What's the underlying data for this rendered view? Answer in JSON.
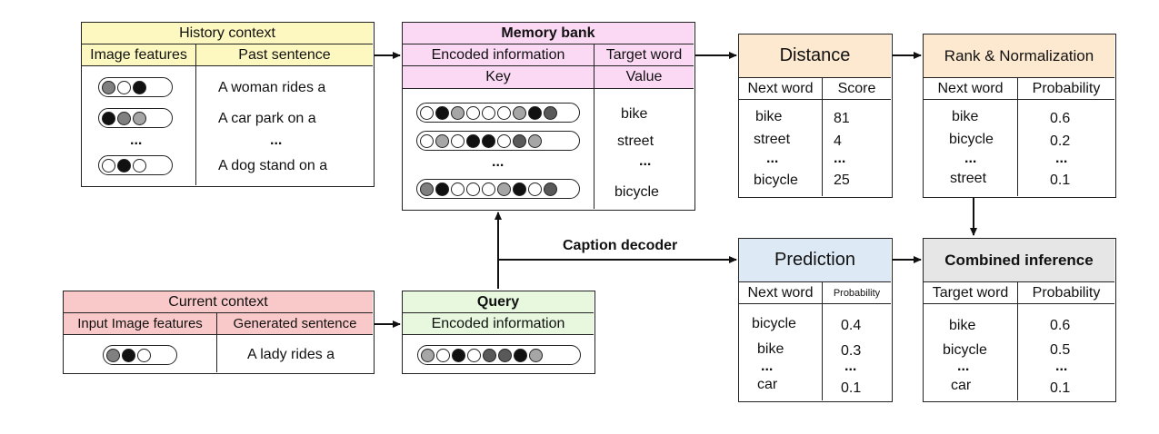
{
  "colors": {
    "history": "#fdf8c0",
    "memory": "#fbd8f3",
    "distance": "#fde9cf",
    "rank": "#fde9cf",
    "current": "#f9c9c9",
    "query": "#e7f8df",
    "prediction": "#dde9f5",
    "combined": "#e6e6e6"
  },
  "history": {
    "title": "History context",
    "col1": "Image features",
    "col2": "Past sentence",
    "rows": [
      "A woman rides a",
      "A car park on a",
      "...",
      "A dog stand on a"
    ],
    "dots_ellipsis": "..."
  },
  "memory": {
    "title": "Memory bank",
    "col1": "Encoded information",
    "col2": "Target word",
    "key": "Key",
    "value": "Value",
    "values": [
      "bike",
      "street",
      "...",
      "bicycle"
    ],
    "dots_ellipsis": "..."
  },
  "distance": {
    "title": "Distance",
    "col1": "Next word",
    "col2": "Score",
    "words": [
      "bike",
      "street",
      "...",
      "bicycle"
    ],
    "scores": [
      "81",
      "4",
      "...",
      "25"
    ]
  },
  "rank": {
    "title": "Rank & Normalization",
    "col1": "Next word",
    "col2": "Probability",
    "words": [
      "bike",
      "bicycle",
      "...",
      "street"
    ],
    "probs": [
      "0.6",
      "0.2",
      "...",
      "0.1"
    ]
  },
  "current": {
    "title": "Current context",
    "col1": "Input Image features",
    "col2": "Generated  sentence",
    "sentence": "A lady rides a"
  },
  "query": {
    "title": "Query",
    "sub": "Encoded information"
  },
  "caption_decoder": "Caption decoder",
  "prediction": {
    "title": "Prediction",
    "col1": "Next word",
    "col2": "Probability",
    "words": [
      "bicycle",
      "bike",
      "...",
      "car"
    ],
    "probs": [
      "0.4",
      "0.3",
      "...",
      "0.1"
    ]
  },
  "combined": {
    "title": "Combined inference",
    "col1": "Target word",
    "col2": "Probability",
    "words": [
      "bike",
      "bicycle",
      "...",
      "car"
    ],
    "probs": [
      "0.6",
      "0.5",
      "...",
      "0.1"
    ]
  }
}
